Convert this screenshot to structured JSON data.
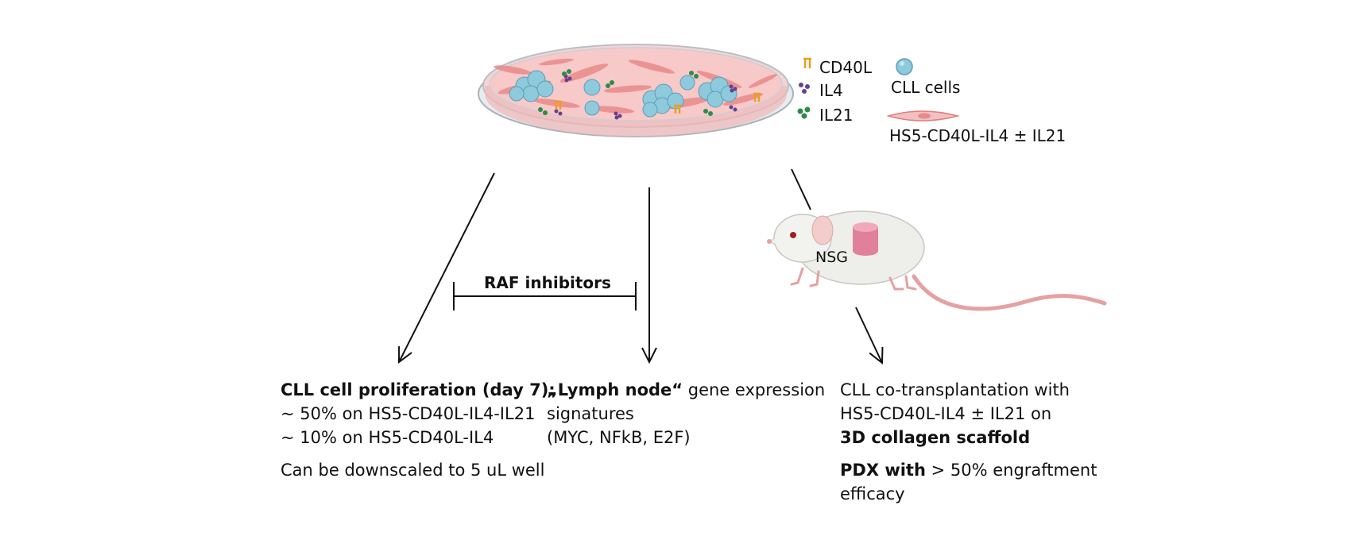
{
  "legend": {
    "cd40l": "CD40L",
    "il4": "IL4",
    "il21": "IL21",
    "cll_cells": "CLL cells",
    "stroma": "HS5-CD40L-IL4 ± IL21"
  },
  "mouse_label": "NSG",
  "inhibitor_label": "RAF inhibitors",
  "outcome_left": {
    "heading": "CLL cell proliferation (day 7):",
    "line1": "~ 50% on HS5-CD40L-IL4-IL21",
    "line2": "~ 10% on HS5-CD40L-IL4",
    "line3": "Can be downscaled to 5 uL well"
  },
  "outcome_middle": {
    "heading_bold": "„Lymph node“",
    "heading_rest": " gene expression",
    "line2": "signatures",
    "line3": "(MYC, NFkB, E2F)"
  },
  "outcome_right": {
    "line1": "CLL co-transplantation with",
    "line2": "HS5-CD40L-IL4 ± IL21 on",
    "line3": "3D collagen scaffold",
    "line4_bold": "PDX with",
    "line4_rest": " > 50% engraftment",
    "line5": "efficacy"
  },
  "colors": {
    "dish_rim": "#b8c0c8",
    "dish_fill": "#f4c4c4",
    "stroma": "#e98888",
    "cll_cell": "#8ec9dc",
    "cd40l": "#e8a020",
    "il4": "#6a3f8e",
    "il21": "#2e8b4a",
    "mouse_body": "#eeeeea",
    "scaffold": "#e0809a"
  }
}
